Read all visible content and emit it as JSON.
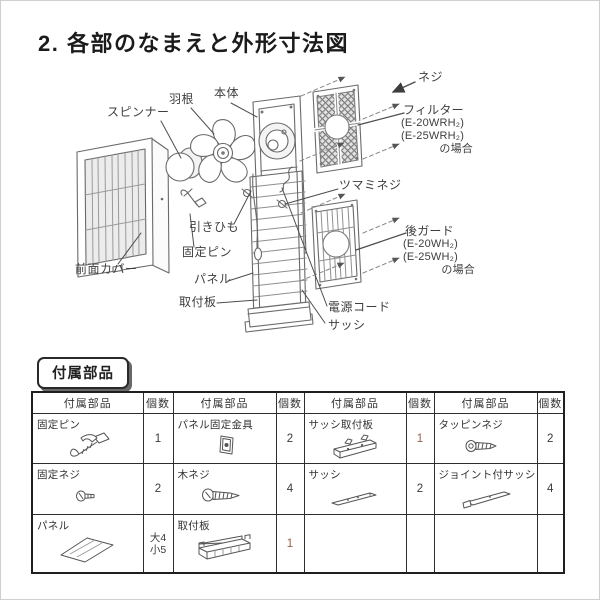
{
  "page": {
    "title": "2. 各部のなまえと外形寸法図",
    "section_badge": "付属部品"
  },
  "colors": {
    "ink": "#1b1b1b",
    "label_text": "#3e3e3e",
    "line_art": "#6a6a6a",
    "warm_digit": "#96604a",
    "table_border": "#2a2a2a"
  },
  "diagram": {
    "labels": {
      "screw": "ネジ",
      "filter": "フィルター",
      "filter_model_1": "(E-20WRH₂)",
      "filter_model_2": "(E-25WRH₂)",
      "filter_case": "の場合",
      "spinner": "スピンナー",
      "blade": "羽根",
      "body": "本体",
      "knob_screw": "ツマミネジ",
      "rear_guard": "後ガード",
      "guard_model_1": "(E-20WH₂)",
      "guard_model_2": "(E-25WH₂)",
      "guard_case": "の場合",
      "pull_cord": "引きひも",
      "fixing_pin": "固定ピン",
      "front_cover": "前面カバー",
      "panel": "パネル",
      "mounting_plate": "取付板",
      "power_cord": "電源コード",
      "sash": "サッシ"
    },
    "icons": {
      "fixing_pin": "fixing-pin-icon",
      "panel_bracket": "panel-fixing-bracket-icon",
      "sash_plate": "sash-mounting-plate-icon",
      "tapping_screw": "tapping-screw-icon",
      "fixing_screw": "fixing-screw-icon",
      "wood_screw": "wood-screw-icon",
      "sash_bar": "sash-icon",
      "joint_sash": "joint-sash-icon",
      "panel_sheet": "panel-icon",
      "mounting_plate": "mounting-plate-icon"
    }
  },
  "table": {
    "header_part": "付属部品",
    "header_qty": "個数",
    "rows": [
      [
        {
          "name": "固定ピン",
          "qty": "1"
        },
        {
          "name": "パネル固定金具",
          "qty": "2"
        },
        {
          "name": "サッシ取付板",
          "qty": "1"
        },
        {
          "name": "タッピンネジ",
          "qty": "2"
        }
      ],
      [
        {
          "name": "固定ネジ",
          "qty": "2"
        },
        {
          "name": "木ネジ",
          "qty": "4"
        },
        {
          "name": "サッシ",
          "qty": "2"
        },
        {
          "name": "ジョイント付サッシ",
          "qty": "4"
        }
      ],
      [
        {
          "name": "パネル",
          "qty": "大4\n小5"
        },
        {
          "name": "取付板",
          "qty": "1"
        },
        {
          "name": "",
          "qty": ""
        },
        {
          "name": "",
          "qty": ""
        }
      ]
    ]
  }
}
